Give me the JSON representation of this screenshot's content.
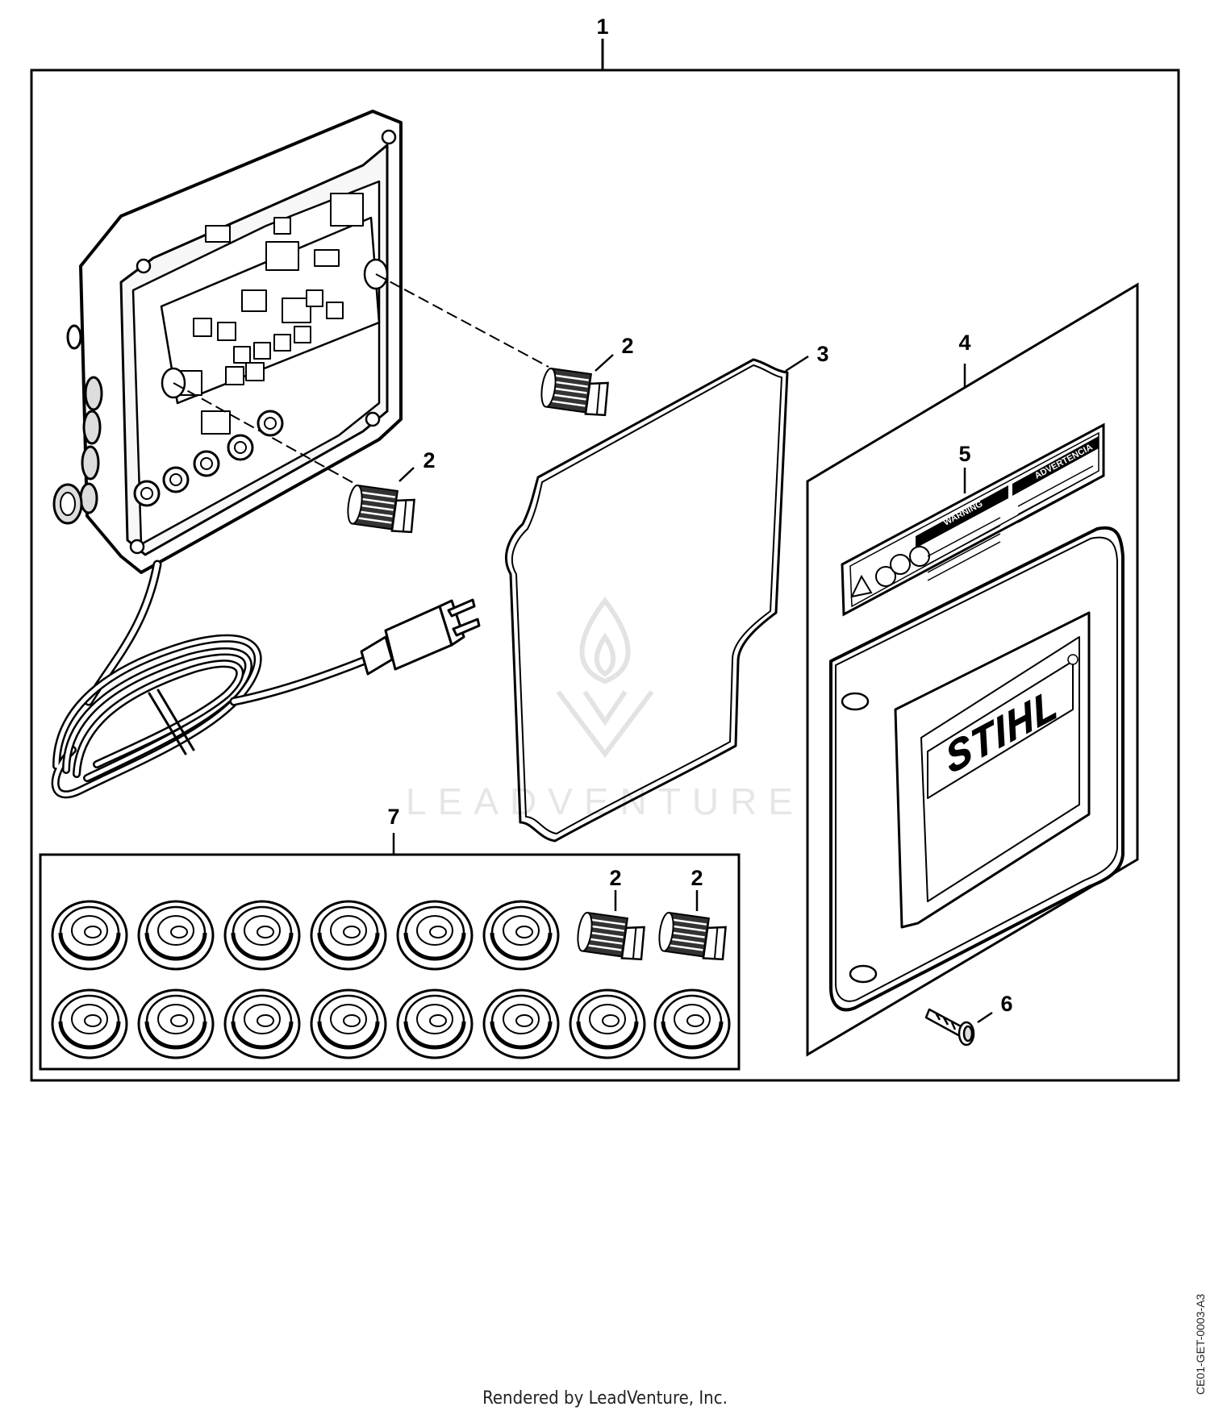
{
  "diagram": {
    "callouts": {
      "c1": "1",
      "c2a": "2",
      "c2b": "2",
      "c2c": "2",
      "c2d": "2",
      "c3": "3",
      "c4": "4",
      "c5": "5",
      "c6": "6",
      "c7": "7"
    },
    "label": {
      "warning": "WARNING",
      "advertencia": "ADVERTENCIA"
    },
    "brand": "STIHL",
    "watermark": "LEADVENTURE"
  },
  "footer": {
    "rendered_by": "Rendered by LeadVenture, Inc.",
    "doc_id": "CE01-GET-0003-A3"
  },
  "colors": {
    "line": "#000000",
    "watermark": "#e3e3e3",
    "background": "#ffffff"
  }
}
